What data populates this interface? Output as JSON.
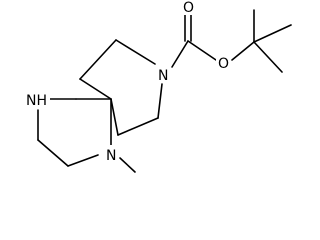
{
  "structure": {
    "atoms": {
      "piperidine_n": "N",
      "ester_o": "O",
      "carbonyl_o": "O",
      "piperazine_nh": "NH",
      "piperazine_n_methyl": "N"
    },
    "colors": {
      "bond": "#000000",
      "label": "#000000",
      "background": "#ffffff"
    }
  }
}
